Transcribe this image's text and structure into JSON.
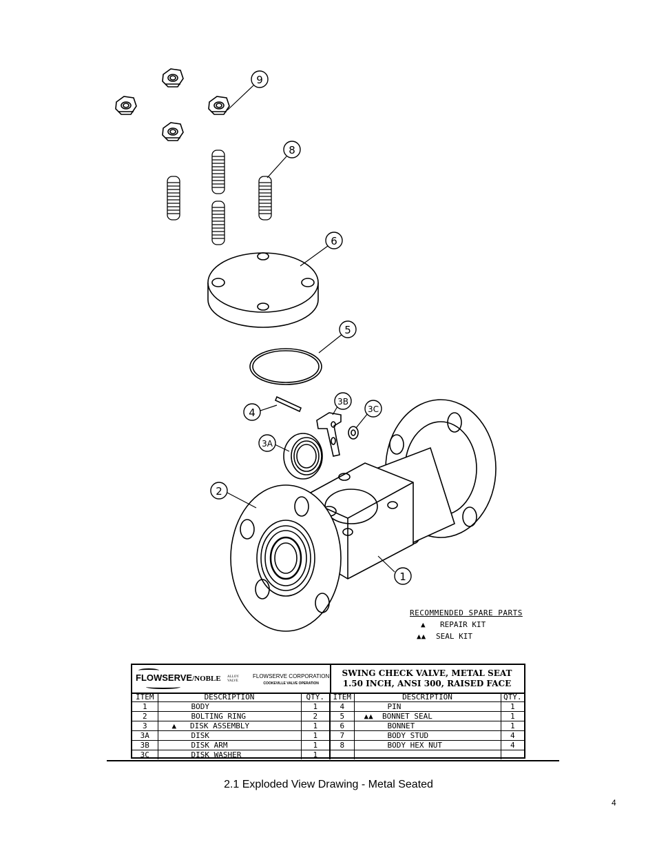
{
  "legend": {
    "title": "RECOMMENDED SPARE PARTS",
    "rows": [
      {
        "symbol": "▲",
        "label": "REPAIR KIT"
      },
      {
        "symbol": "▲▲",
        "label": "SEAL KIT"
      }
    ]
  },
  "title_block": {
    "brand": "FLOWSERVE",
    "brand_suffix": "/NOBLE",
    "brand_small": [
      "ALLOY",
      "VALVE"
    ],
    "corporation": "FLOWSERVE CORPORATION",
    "operation": "COOKEVILLE VALVE OPERATION",
    "title_line1": "SWING CHECK VALVE, METAL SEAT",
    "title_line2": "1.50 INCH, ANSI 300, RAISED FACE",
    "headers": [
      "ITEM",
      "DESCRIPTION",
      "QTY.",
      "ITEM",
      "DESCRIPTION",
      "QTY."
    ],
    "rows": [
      {
        "item": "1",
        "desc": "BODY",
        "qty": "1",
        "item2": "4",
        "desc2": "PIN",
        "qty2": "1"
      },
      {
        "item": "2",
        "desc": "BOLTING RING",
        "qty": "2",
        "item2": "5",
        "desc2": "▲▲  BONNET SEAL",
        "qty2": "1"
      },
      {
        "item": "3",
        "desc": "▲   DISK ASSEMBLY",
        "qty": "1",
        "item2": "6",
        "desc2": "BONNET",
        "qty2": "1"
      },
      {
        "item": "3A",
        "desc": "DISK",
        "qty": "1",
        "item2": "7",
        "desc2": "BODY STUD",
        "qty2": "4"
      },
      {
        "item": "3B",
        "desc": "DISK ARM",
        "qty": "1",
        "item2": "8",
        "desc2": "BODY HEX NUT",
        "qty2": "4"
      },
      {
        "item": "3C",
        "desc": "DISK WASHER",
        "qty": "1",
        "item2": "",
        "desc2": "",
        "qty2": ""
      }
    ]
  },
  "callouts": [
    "9",
    "8",
    "6",
    "5",
    "4",
    "3B",
    "3C",
    "3A",
    "2",
    "1"
  ],
  "caption": "2.1 Exploded View Drawing - Metal Seated",
  "page_number": "4"
}
